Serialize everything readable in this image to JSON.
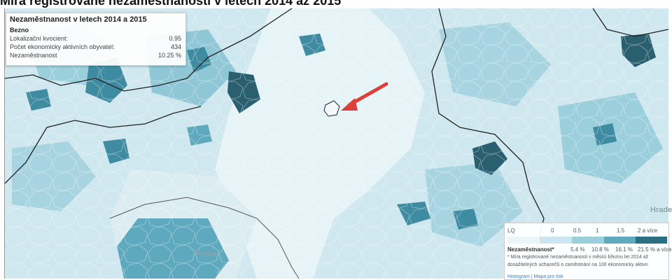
{
  "page_heading": "Míra registrované nezaměstnanosti v letech 2014 až 2015",
  "info_panel": {
    "title": "Nezaměstnanost v letech 2014 a 2015",
    "subtitle": "Bezno",
    "rows": [
      {
        "label": "Lokalizační kvocient:",
        "value": "0.95"
      },
      {
        "label": "Počet ekonomicky aktivních obyvatel:",
        "value": "434"
      },
      {
        "label": "Nezaměstnanost",
        "value": "10.25 %"
      }
    ]
  },
  "legend": {
    "lq_label": "LQ",
    "lq_ticks": [
      "0",
      "0.5",
      "1",
      "1.5",
      "2 a více"
    ],
    "unemployment_label": "Nezaměstnanost*",
    "unemployment_ticks": [
      "5.4 %",
      "10.8 %",
      "16.1 %",
      "21.5 % a více"
    ],
    "note_line1": "* Míra registrované nezaměstnanosti v měsíci březnu let 2014 až",
    "note_line2": "dosažitelných uchazečů o zaměstnání na 100 ekonomicky aktivn",
    "links": "Histogram | Mapa pro tisk",
    "colors": [
      "#ecf6f9",
      "#cbe6ee",
      "#9ccfdc",
      "#5ea9be",
      "#2b6f83"
    ]
  },
  "places": {
    "praha": "Praha",
    "hradec": "Hrade"
  },
  "map_colors": {
    "base": "#cfe7ee",
    "light": "#e8f4f8",
    "mid": "#8fc7d6",
    "dark": "#3f8ca2",
    "darkest": "#2a5f70",
    "highlight": "#f4f8fa",
    "arrow": "#d9413a",
    "border": "#222222"
  },
  "map_icons": {
    "arrow": "red-arrow-icon"
  }
}
